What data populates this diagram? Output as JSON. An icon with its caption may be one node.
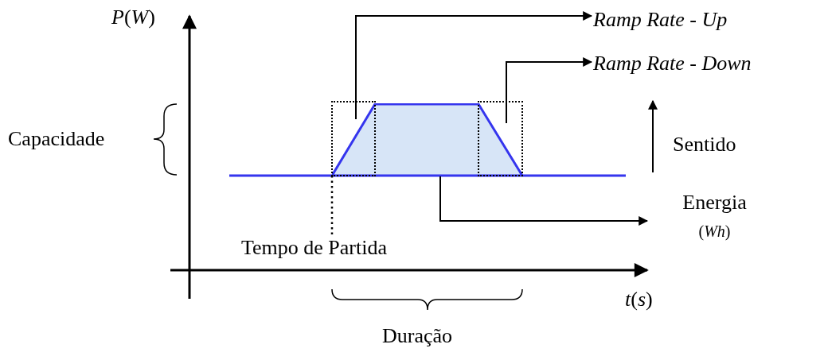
{
  "diagram": {
    "nodes": [
      {
        "text": [],
        "shape": "box"
      },
      {
        "text": [],
        "shape": "box"
      },
      {
        "text": [],
        "shape": "trapezoid"
      },
      {
        "text": [
          "Ramp Rate - Up"
        ]
      },
      {
        "text": [
          "Ramp Rate - Down"
        ]
      },
      {
        "text": [
          "Energia",
          "(*Wh*)"
        ]
      }
    ],
    "edges": [
      {
        "from": 0,
        "to": 3,
        "arrow": "to"
      },
      {
        "from": 1,
        "to": 4,
        "arrow": "to"
      },
      {
        "from": 2,
        "to": 5,
        "arrow": "to"
      }
    ],
    "labels": [
      "*P*(*W*)",
      "Capacidade",
      "Sentido",
      "Tempo de Partida",
      "*t*(*s*)",
      "Duração"
    ]
  }
}
